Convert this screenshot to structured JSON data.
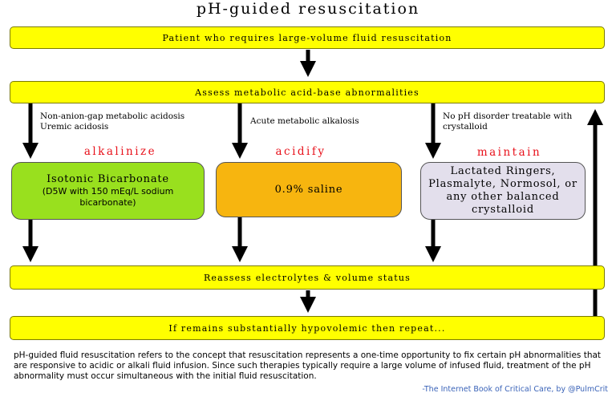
{
  "title": "pH-guided resuscitation",
  "steps": {
    "patient": "Patient who requires large-volume fluid resuscitation",
    "assess": "Assess metabolic acid-base abnormalities",
    "reassess": "Reassess electrolytes & volume status",
    "repeat": "If remains substantially hypovolemic then repeat..."
  },
  "branches": [
    {
      "condition": [
        "Non-anion-gap metabolic acidosis",
        "Uremic acidosis"
      ],
      "action": "alkalinize",
      "treatment": "Isotonic Bicarbonate",
      "treatment_detail": "(D5W with 150 mEq/L sodium bicarbonate)",
      "color": "#99e01e"
    },
    {
      "condition": [
        "Acute metabolic alkalosis"
      ],
      "action": "acidify",
      "treatment": "0.9% saline",
      "treatment_detail": "",
      "color": "#f7b50f"
    },
    {
      "condition": [
        "No pH disorder treatable with",
        "crystalloid"
      ],
      "action": "maintain",
      "treatment": "Lactated Ringers, Plasmalyte, Normosol, or any other balanced crystalloid",
      "treatment_detail": "",
      "color": "#e3dfec"
    }
  ],
  "footer": {
    "text": "pH-guided fluid resuscitation refers to the concept that resuscitation represents a one-time opportunity to fix certain pH abnormalities that are responsive to acidic or alkali fluid infusion.  Since such therapies typically require a large volume of infused fluid, treatment of the pH abnormality must occur simultaneous with the initial fluid resuscitation.",
    "credit": "-The Internet Book of Critical Care, by @PulmCrit"
  }
}
